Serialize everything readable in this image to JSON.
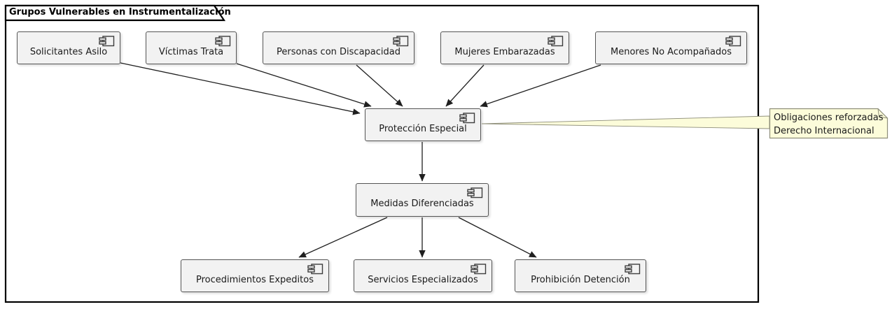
{
  "frame": {
    "title": "Grupos Vulnerables en Instrumentalización"
  },
  "components": [
    {
      "label": "Solicitantes Asilo"
    },
    {
      "label": "Víctimas Trata"
    },
    {
      "label": "Personas con Discapacidad"
    },
    {
      "label": "Mujeres Embarazadas"
    },
    {
      "label": "Menores No Acompañados"
    },
    {
      "label": "Protección Especial"
    },
    {
      "label": "Medidas Diferenciadas"
    },
    {
      "label": "Procedimientos Expeditos"
    },
    {
      "label": "Servicios Especializados"
    },
    {
      "label": "Prohibición Detención"
    }
  ],
  "note": {
    "line1": "Obligaciones reforzadas",
    "line2": "Derecho Internacional"
  },
  "edges": [
    {
      "from": "Solicitantes Asilo",
      "to": "Protección Especial",
      "type": "arrow"
    },
    {
      "from": "Víctimas Trata",
      "to": "Protección Especial",
      "type": "arrow"
    },
    {
      "from": "Personas con Discapacidad",
      "to": "Protección Especial",
      "type": "arrow"
    },
    {
      "from": "Mujeres Embarazadas",
      "to": "Protección Especial",
      "type": "arrow"
    },
    {
      "from": "Menores No Acompañados",
      "to": "Protección Especial",
      "type": "arrow"
    },
    {
      "from": "Protección Especial",
      "to": "Medidas Diferenciadas",
      "type": "arrow"
    },
    {
      "from": "Medidas Diferenciadas",
      "to": "Procedimientos Expeditos",
      "type": "arrow"
    },
    {
      "from": "Medidas Diferenciadas",
      "to": "Servicios Especializados",
      "type": "arrow"
    },
    {
      "from": "Medidas Diferenciadas",
      "to": "Prohibición Detención",
      "type": "arrow"
    },
    {
      "from": "Protección Especial",
      "to": "note",
      "type": "note-link"
    }
  ],
  "colors": {
    "background": "#ffffff",
    "component_fill": "#f2f2f2",
    "component_border": "#555555",
    "frame_border": "#000000",
    "arrow": "#1f1f1f",
    "note_fill": "#fcfcda",
    "note_border": "#8f8f7a"
  }
}
